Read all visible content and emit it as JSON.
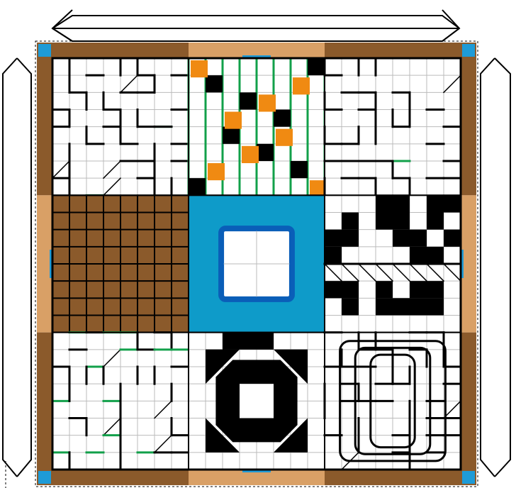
{
  "diagram": {
    "description_text": "",
    "colors": {
      "background": "#ffffff",
      "frame_dark": "#8B5A2B",
      "frame_light": "#D9A066",
      "corner": "#1E9BD7",
      "center_fill": "#0E9BC9",
      "center_ring": "#0A5EB8",
      "grid": "#BBBBBB",
      "wall": "#000000",
      "green": "#12A04A",
      "orange": "#F08A12",
      "brown_tiles": "#8B5A2B"
    },
    "arrows": [
      {
        "name": "top-width-arrow",
        "direction": "horizontal"
      },
      {
        "name": "left-height-arrow",
        "direction": "vertical"
      },
      {
        "name": "right-height-arrow",
        "direction": "vertical"
      }
    ],
    "panels": [
      {
        "id": "top-left",
        "style": "maze"
      },
      {
        "id": "top-center",
        "style": "striped-diamond"
      },
      {
        "id": "top-right",
        "style": "maze"
      },
      {
        "id": "middle-left",
        "style": "brown-grid"
      },
      {
        "id": "center",
        "style": "blue-square"
      },
      {
        "id": "middle-right",
        "style": "black-blocks"
      },
      {
        "id": "bottom-left",
        "style": "maze-green"
      },
      {
        "id": "bottom-center",
        "style": "octagon"
      },
      {
        "id": "bottom-right",
        "style": "maze-loops"
      }
    ]
  }
}
